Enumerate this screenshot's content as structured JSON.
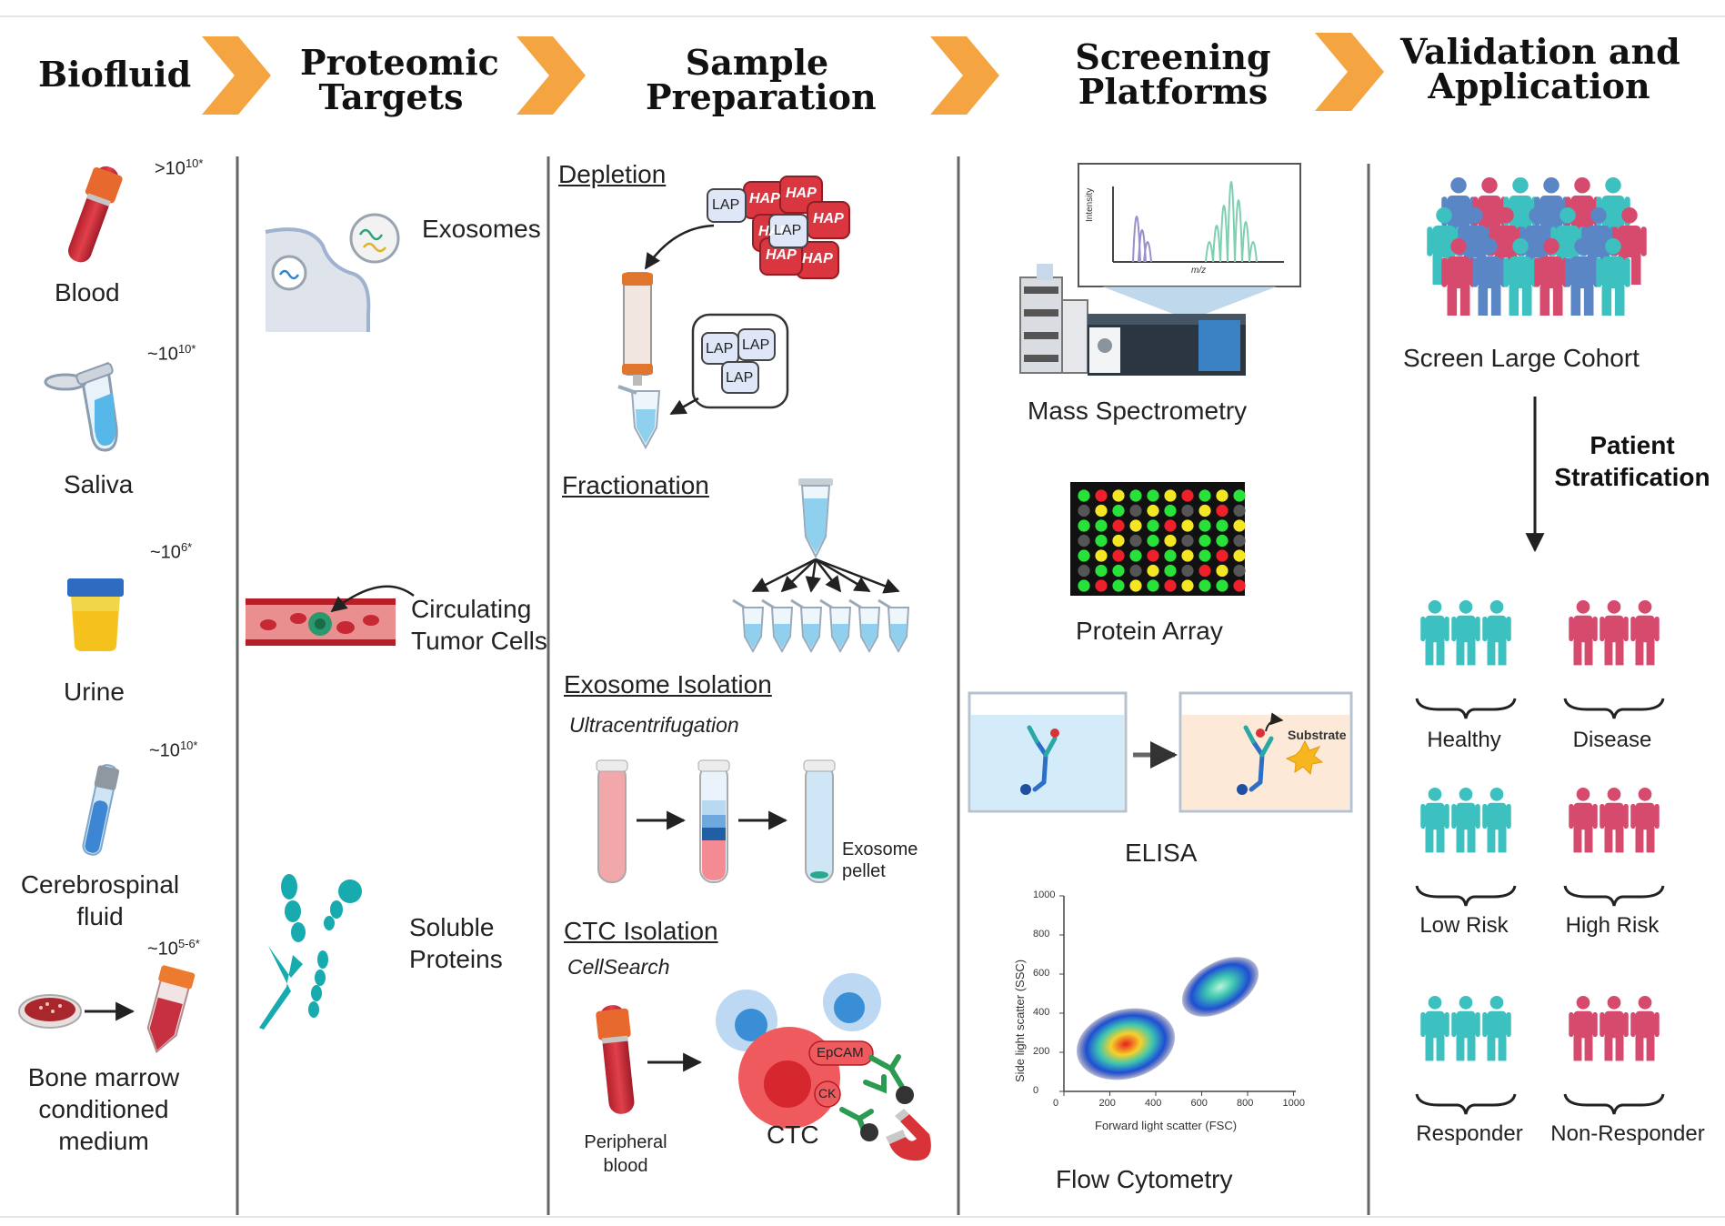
{
  "header": {
    "col1": "Biofluid",
    "col2_line1": "Proteomic",
    "col2_line2": "Targets",
    "col3_line1": "Sample",
    "col3_line2": "Preparation",
    "col4_line1": "Screening",
    "col4_line2": "Platforms",
    "col5_line1": "Validation and",
    "col5_line2": "Application"
  },
  "biofluids": {
    "blood": {
      "label": "Blood",
      "conc": ">10",
      "exp": "10*"
    },
    "saliva": {
      "label": "Saliva",
      "conc": "~10",
      "exp": "10*"
    },
    "urine": {
      "label": "Urine",
      "conc": "~10",
      "exp": "6*"
    },
    "csf": {
      "line1": "Cerebrospinal",
      "line2": "fluid",
      "conc": "~10",
      "exp": "10*"
    },
    "bone_marrow": {
      "line1": "Bone marrow",
      "line2": "conditioned",
      "line3": "medium",
      "conc": "~10",
      "exp": "5-6*"
    }
  },
  "targets": {
    "exosomes": "Exosomes",
    "ctc_line1": "Circulating",
    "ctc_line2": "Tumor Cells",
    "soluble_line1": "Soluble",
    "soluble_line2": "Proteins"
  },
  "prep": {
    "depletion": "Depletion",
    "lap": "LAP",
    "hap": "HAP",
    "fractionation": "Fractionation",
    "exosome_isolation": "Exosome Isolation",
    "ultracentrifugation": "Ultracentrifugation",
    "exosome_pellet_line1": "Exosome",
    "exosome_pellet_line2": "pellet",
    "ctc_isolation": "CTC Isolation",
    "cellsearch": "CellSearch",
    "peripheral_line1": "Peripheral",
    "peripheral_line2": "blood",
    "ctc": "CTC",
    "epcam": "EpCAM",
    "ck": "CK"
  },
  "platforms": {
    "mass_spec": "Mass Spectrometry",
    "ms_ylabel": "Intensity",
    "ms_xlabel": "m/z",
    "protein_array": "Protein Array",
    "elisa": "ELISA",
    "substrate": "Substrate",
    "flow": "Flow Cytometry",
    "flow_xlabel": "Forward light scatter (FSC)",
    "flow_ylabel": "Side light scatter (SSC)",
    "flow_xticks": [
      "0",
      "200",
      "400",
      "600",
      "800",
      "1000"
    ],
    "flow_yticks": [
      "0",
      "200",
      "400",
      "600",
      "800",
      "1000"
    ]
  },
  "validation": {
    "screen": "Screen Large Cohort",
    "strat_line1": "Patient",
    "strat_line2": "Stratification",
    "healthy": "Healthy",
    "disease": "Disease",
    "low_risk": "Low Risk",
    "high_risk": "High Risk",
    "responder": "Responder",
    "non_responder": "Non-Responder"
  },
  "colors": {
    "arrow": "#f5a442",
    "teal": "#3cc1c0",
    "pink": "#d64a6e",
    "blue_person": "#5b86c6",
    "hap_red": "#d93640",
    "lap_blue": "#dfe6f7"
  },
  "array_grid": [
    "GRYGGYRGYG",
    "RYGRYGGYRG",
    "GGRYGRYGGY",
    "RGYGGYRGGR",
    "GYRGRGYGRY",
    "YGGRYGGRYG",
    "GRGYGRYGGR"
  ]
}
